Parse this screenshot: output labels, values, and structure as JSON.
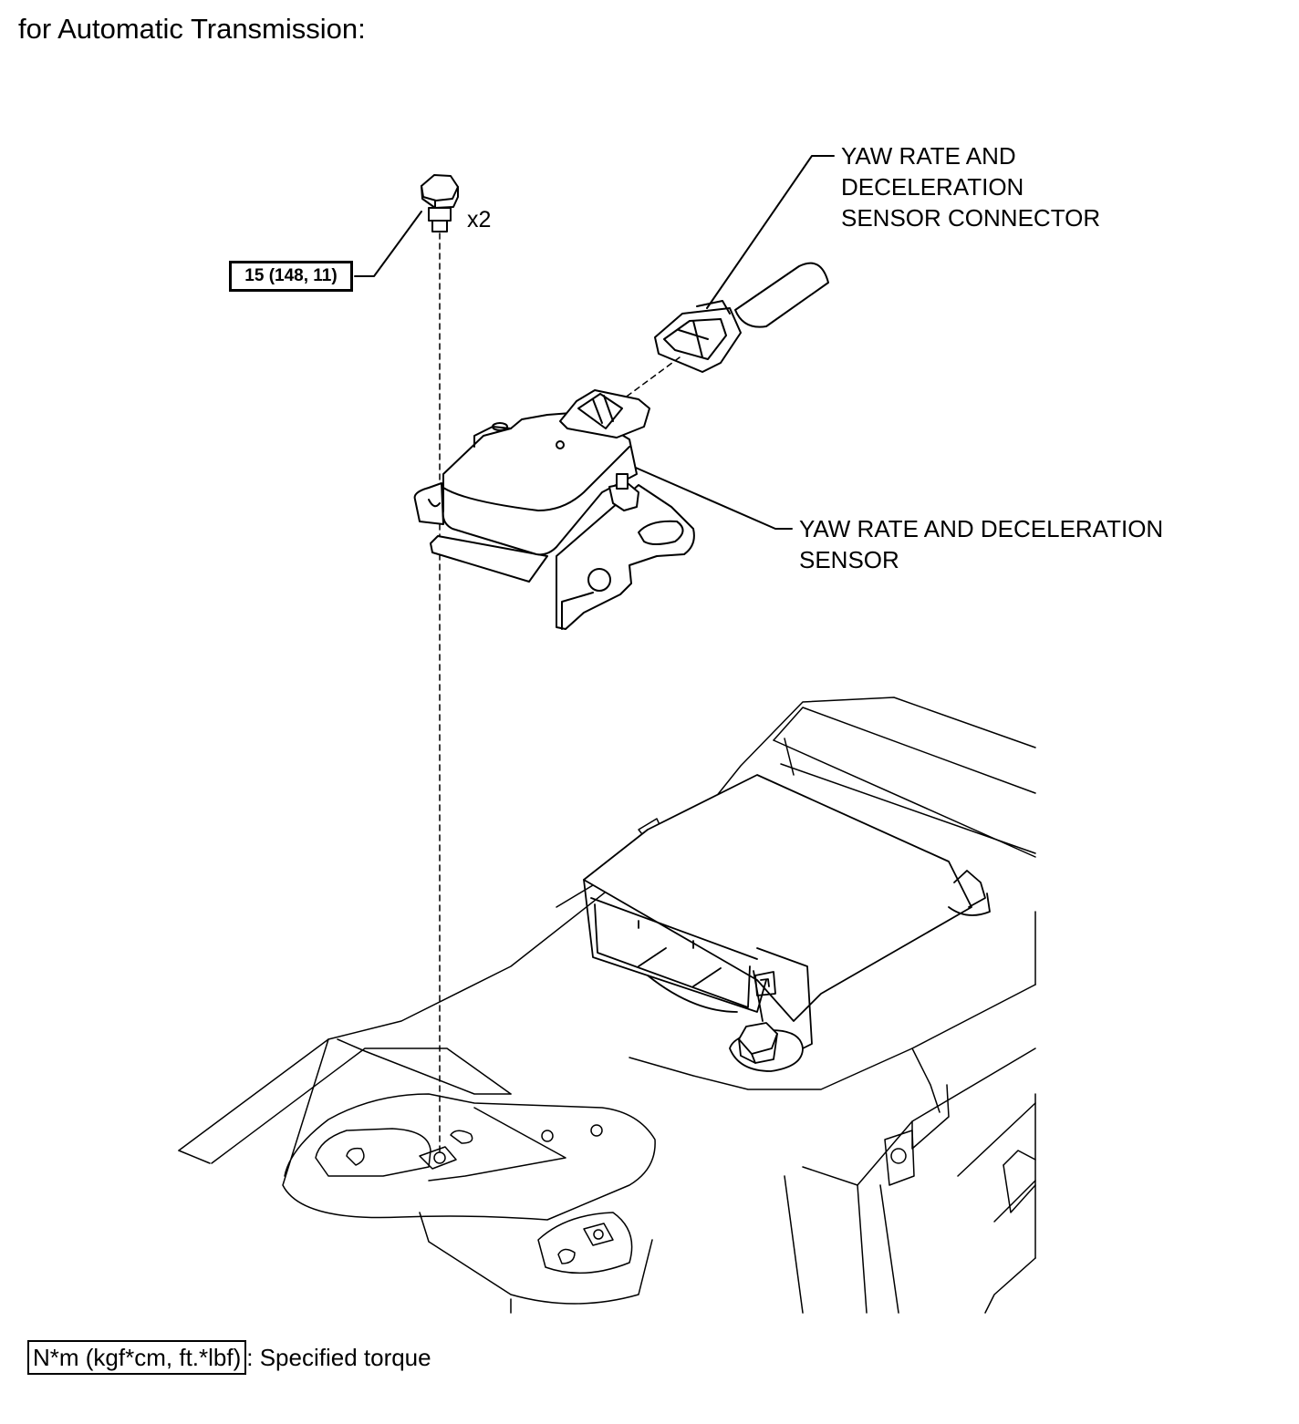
{
  "heading": "for Automatic Transmission:",
  "labels": {
    "connector": [
      "YAW RATE AND",
      "DECELERATION",
      "SENSOR CONNECTOR"
    ],
    "sensor": [
      "YAW RATE AND DECELERATION",
      "SENSOR"
    ]
  },
  "bolt_quantity": "x2",
  "torque_spec": "15 (148, 11)",
  "legend": {
    "unit": "N*m (kgf*cm, ft.*lbf)",
    "description": ": Specified torque"
  }
}
